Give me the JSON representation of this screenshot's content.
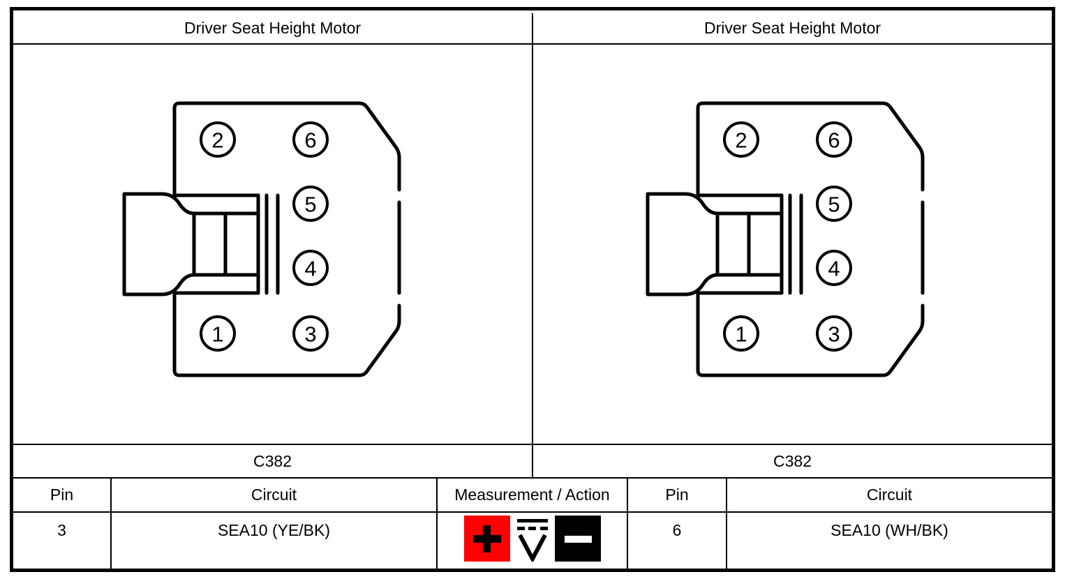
{
  "document": {
    "type": "connector-pinout-measurement-table",
    "panels": [
      {
        "title": "Driver Seat Height Motor",
        "connector_id": "C382",
        "connector": {
          "pin_labels": [
            "1",
            "2",
            "3",
            "4",
            "5",
            "6"
          ]
        },
        "table": {
          "headers": [
            "Pin",
            "Circuit"
          ],
          "row": {
            "pin": "3",
            "circuit": "SEA10 (YE/BK)"
          }
        }
      },
      {
        "title": "Driver Seat Height Motor",
        "connector_id": "C382",
        "connector": {
          "pin_labels": [
            "1",
            "2",
            "3",
            "4",
            "5",
            "6"
          ]
        },
        "table": {
          "headers": [
            "Pin",
            "Circuit"
          ],
          "row": {
            "pin": "6",
            "circuit": "SEA10 (WH/BK)"
          }
        }
      }
    ],
    "measurement": {
      "header": "Measurement / Action",
      "icons": [
        {
          "name": "positive-probe-icon",
          "symbol": "+",
          "background": "#FE0000",
          "foreground": "#000000"
        },
        {
          "name": "dc-voltage-icon",
          "symbol": "V",
          "background": "#FFFFFF",
          "foreground": "#000000"
        },
        {
          "name": "negative-probe-icon",
          "symbol": "−",
          "background": "#000000",
          "foreground": "#FFFFFF"
        }
      ]
    },
    "colors": {
      "line": "#000000",
      "background": "#FFFFFF",
      "positive_red": "#FE0000",
      "negative_black": "#000000"
    }
  }
}
